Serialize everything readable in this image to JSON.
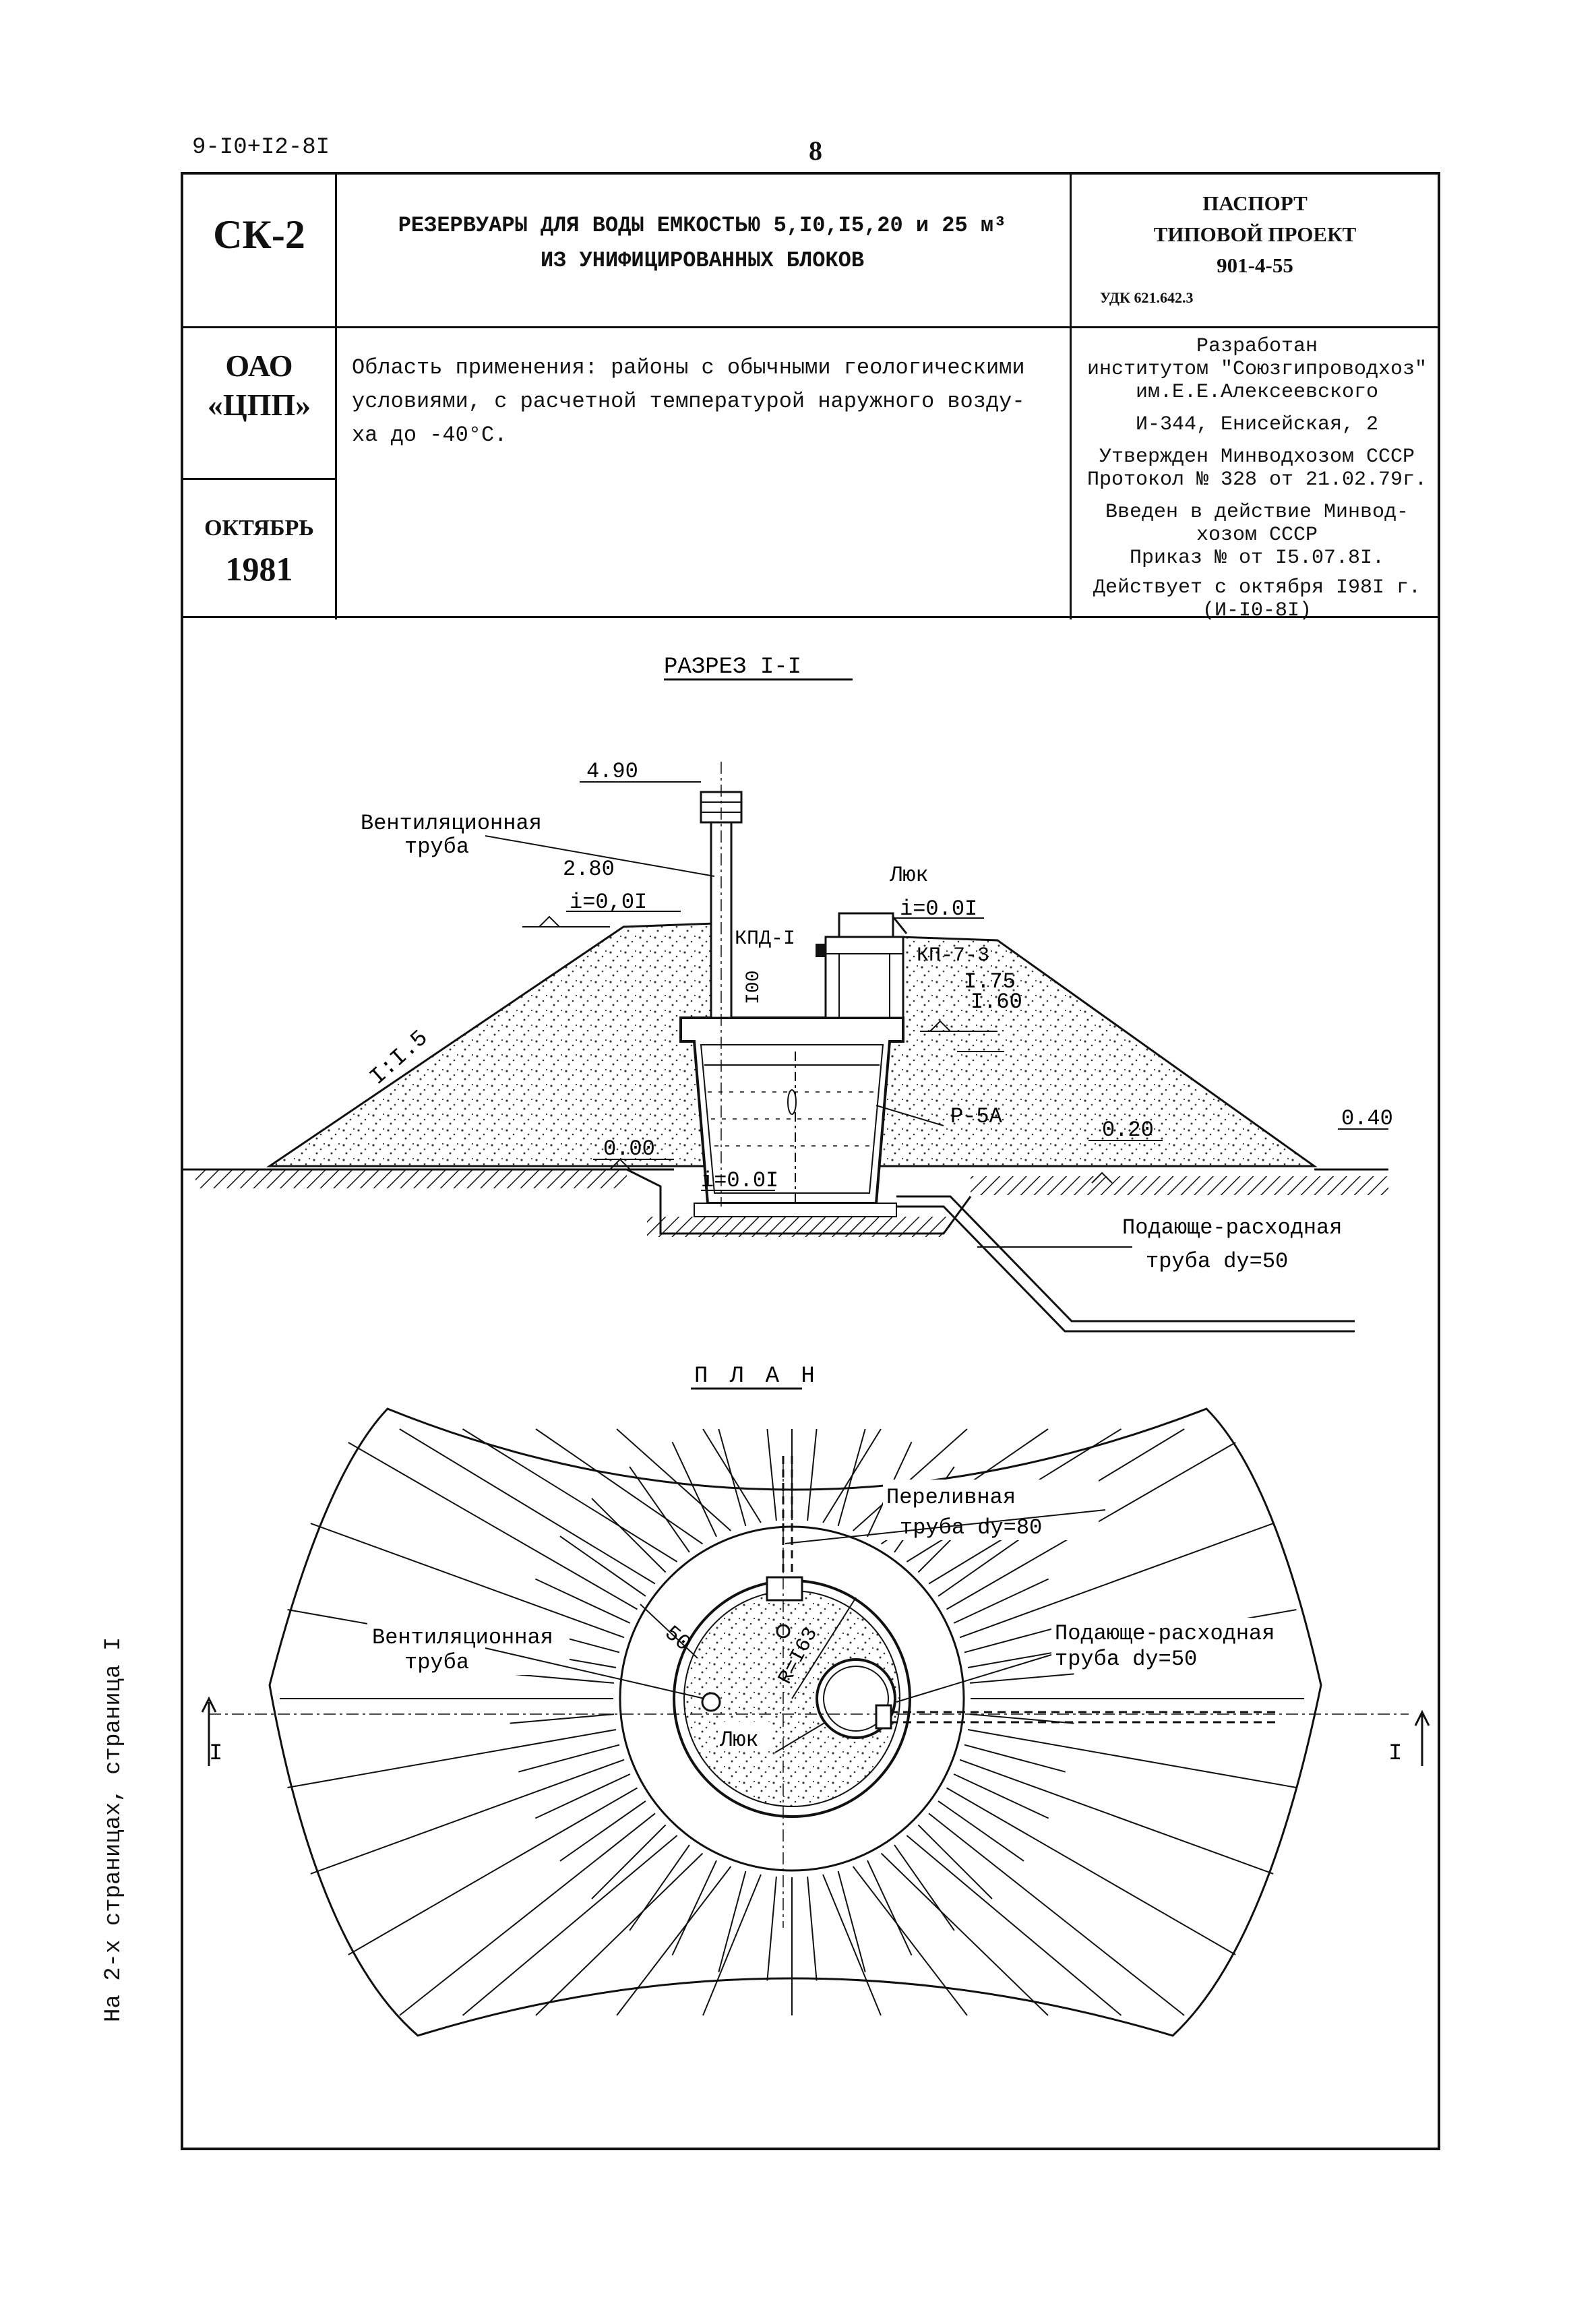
{
  "header": {
    "code": "9-I0+I2-8I",
    "page_number": "8"
  },
  "stamp": {
    "series": "СК-2",
    "org_line1": "ОАО",
    "org_line2": "«ЦПП»",
    "month": "ОКТЯБРЬ",
    "year": "1981"
  },
  "title": {
    "line1": "РЕЗЕРВУАРЫ ДЛЯ ВОДЫ ЕМКОСТЬЮ 5,I0,I5,20 и 25 м³",
    "line2": "ИЗ УНИФИЦИРОВАННЫХ БЛОКОВ"
  },
  "passport": {
    "line1": "ПАСПОРТ",
    "line2": "ТИПОВОЙ ПРОЕКТ",
    "project_no": "901-4-55",
    "udk": "УДК 621.642.3"
  },
  "application": {
    "lines": [
      "Область применения: районы с обычными геологическими",
      "условиями, с расчетной температурой наружного возду-",
      "ха до -40°С."
    ]
  },
  "developer": {
    "lines": [
      "Разработан",
      "институтом \"Союзгипроводхоз\"",
      "им.Е.Е.Алексеевского",
      "И-344, Енисейская, 2",
      "Утвержден Минводхозом СССР",
      "Протокол № 328 от 21.02.79г.",
      "Введен в действие Минвод-",
      "хозом СССР",
      "Приказ №        от I5.07.8I.",
      "Действует с октября I98I г.",
      "(И-I0-8I)"
    ]
  },
  "section": {
    "title": "РАЗРЕЗ I-I",
    "labels": {
      "elev_490": "4.90",
      "vent_pipe_1": "Вентиляционная",
      "vent_pipe_2": "труба",
      "elev_280": "2.80",
      "slope_top": "i=0,0I",
      "hatch": "Люк",
      "slope_hatch": "i=0.0I",
      "kpd": "КПД-I",
      "kp": "КП-7-3",
      "dim_100": "I00",
      "elev_175": "I.75",
      "elev_160": "I.60",
      "slope_ratio": "I:I.5",
      "tank": "Р-5А",
      "elev_000": "0.00",
      "elev_020": "0.20",
      "elev_040": "0.40",
      "slope_bottom": "i=0.0I",
      "supply_pipe_1": "Подающе-расходная",
      "supply_pipe_2": "труба dу=50"
    }
  },
  "plan": {
    "title": "П Л А Н",
    "labels": {
      "overflow_1": "Переливная",
      "overflow_2": "труба dу=80",
      "dim_50": "50",
      "radius": "R=I63",
      "vent_1": "Вентиляционная",
      "vent_2": "труба",
      "supply_1": "Подающе-расходная",
      "supply_2": "труба dу=50",
      "hatch": "Люк",
      "cut_left": "I",
      "cut_right": "I"
    }
  },
  "side_note": "На 2-х страницах, страница I"
}
